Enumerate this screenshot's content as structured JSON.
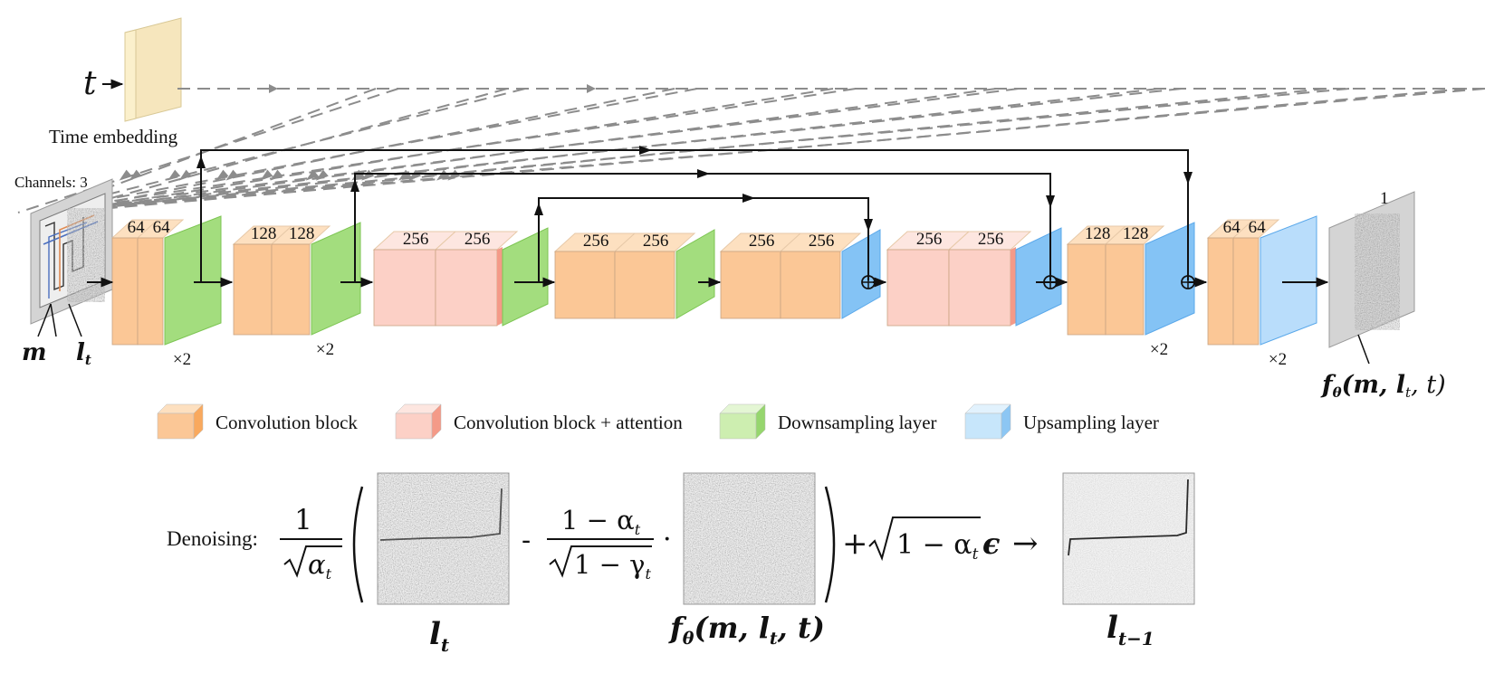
{
  "time_embedding": {
    "input": "t",
    "label": "Time embedding"
  },
  "input_image": {
    "channels_label": "Channels: 3",
    "map_symbol": "m",
    "latent_symbol": "l",
    "latent_subscript": "t"
  },
  "output_image": {
    "channels": "1",
    "symbol": "f",
    "symbol_sub": "θ",
    "symbol_args": "(m, l",
    "symbol_args_sub": "t",
    "symbol_args_tail": ", t)"
  },
  "stages": [
    {
      "type": "conv",
      "channels": [
        "64",
        "64"
      ],
      "side": "down",
      "repeat": "×2"
    },
    {
      "type": "conv",
      "channels": [
        "128",
        "128"
      ],
      "side": "down",
      "repeat": "×2"
    },
    {
      "type": "attn",
      "channels": [
        "256",
        "256"
      ],
      "side": "down",
      "repeat": ""
    },
    {
      "type": "conv",
      "channels": [
        "256",
        "256"
      ],
      "side": "down",
      "repeat": ""
    },
    {
      "type": "conv",
      "channels": [
        "256",
        "256"
      ],
      "side": "up",
      "repeat": ""
    },
    {
      "type": "attn",
      "channels": [
        "256",
        "256"
      ],
      "side": "up",
      "repeat": ""
    },
    {
      "type": "conv",
      "channels": [
        "128",
        "128"
      ],
      "side": "up",
      "repeat": "×2"
    },
    {
      "type": "conv",
      "channels": [
        "64",
        "64"
      ],
      "side": "uplight",
      "repeat": "×2"
    }
  ],
  "legend": [
    {
      "label": "Convolution block",
      "front": "#fbc796",
      "side": "#f9a95e",
      "top": "#fde0c0"
    },
    {
      "label": "Convolution block + attention",
      "front": "#fcd0c6",
      "side": "#f49a88",
      "top": "#fde6e0"
    },
    {
      "label": "Downsampling layer",
      "front": "#cdeeb0",
      "side": "#96d66e",
      "top": "#e4f6d4"
    },
    {
      "label": "Upsampling layer",
      "front": "#c7e6fb",
      "side": "#8cc6f3",
      "top": "#e2f2fd"
    }
  ],
  "colors": {
    "conv": "#fbc796",
    "conv_top": "#fde0c0",
    "attn": "#fcd0c6",
    "attn_top": "#fde6e0",
    "attn_side": "#f49a88",
    "down": "#a3dd7e",
    "down_edge": "#7dc553",
    "up": "#84c3f5",
    "up_edge": "#5aa8ea",
    "uplight": "#b9ddfb",
    "dash": "#8c8c8c"
  },
  "denoising": {
    "label": "Denoising:",
    "coef_num": "1",
    "coef_den": "α",
    "coef_den_sub": "t",
    "minus": "-",
    "frac2_num": "1 − α",
    "frac2_num_sub": "t",
    "frac2_den": "1 − γ",
    "frac2_den_sub": "t",
    "dot": "·",
    "plus_term": "+",
    "plus_root": "1 − α",
    "plus_root_sub": "t",
    "epsilon": "ϵ",
    "arrow": "→",
    "img1_label": "l",
    "img1_sub": "t",
    "img2_label": "f",
    "img2_sub": "θ",
    "img2_args": "(m, l",
    "img2_args_sub": "t",
    "img2_args_tail": ", t)",
    "img3_label": "l",
    "img3_sub": "t−1"
  }
}
